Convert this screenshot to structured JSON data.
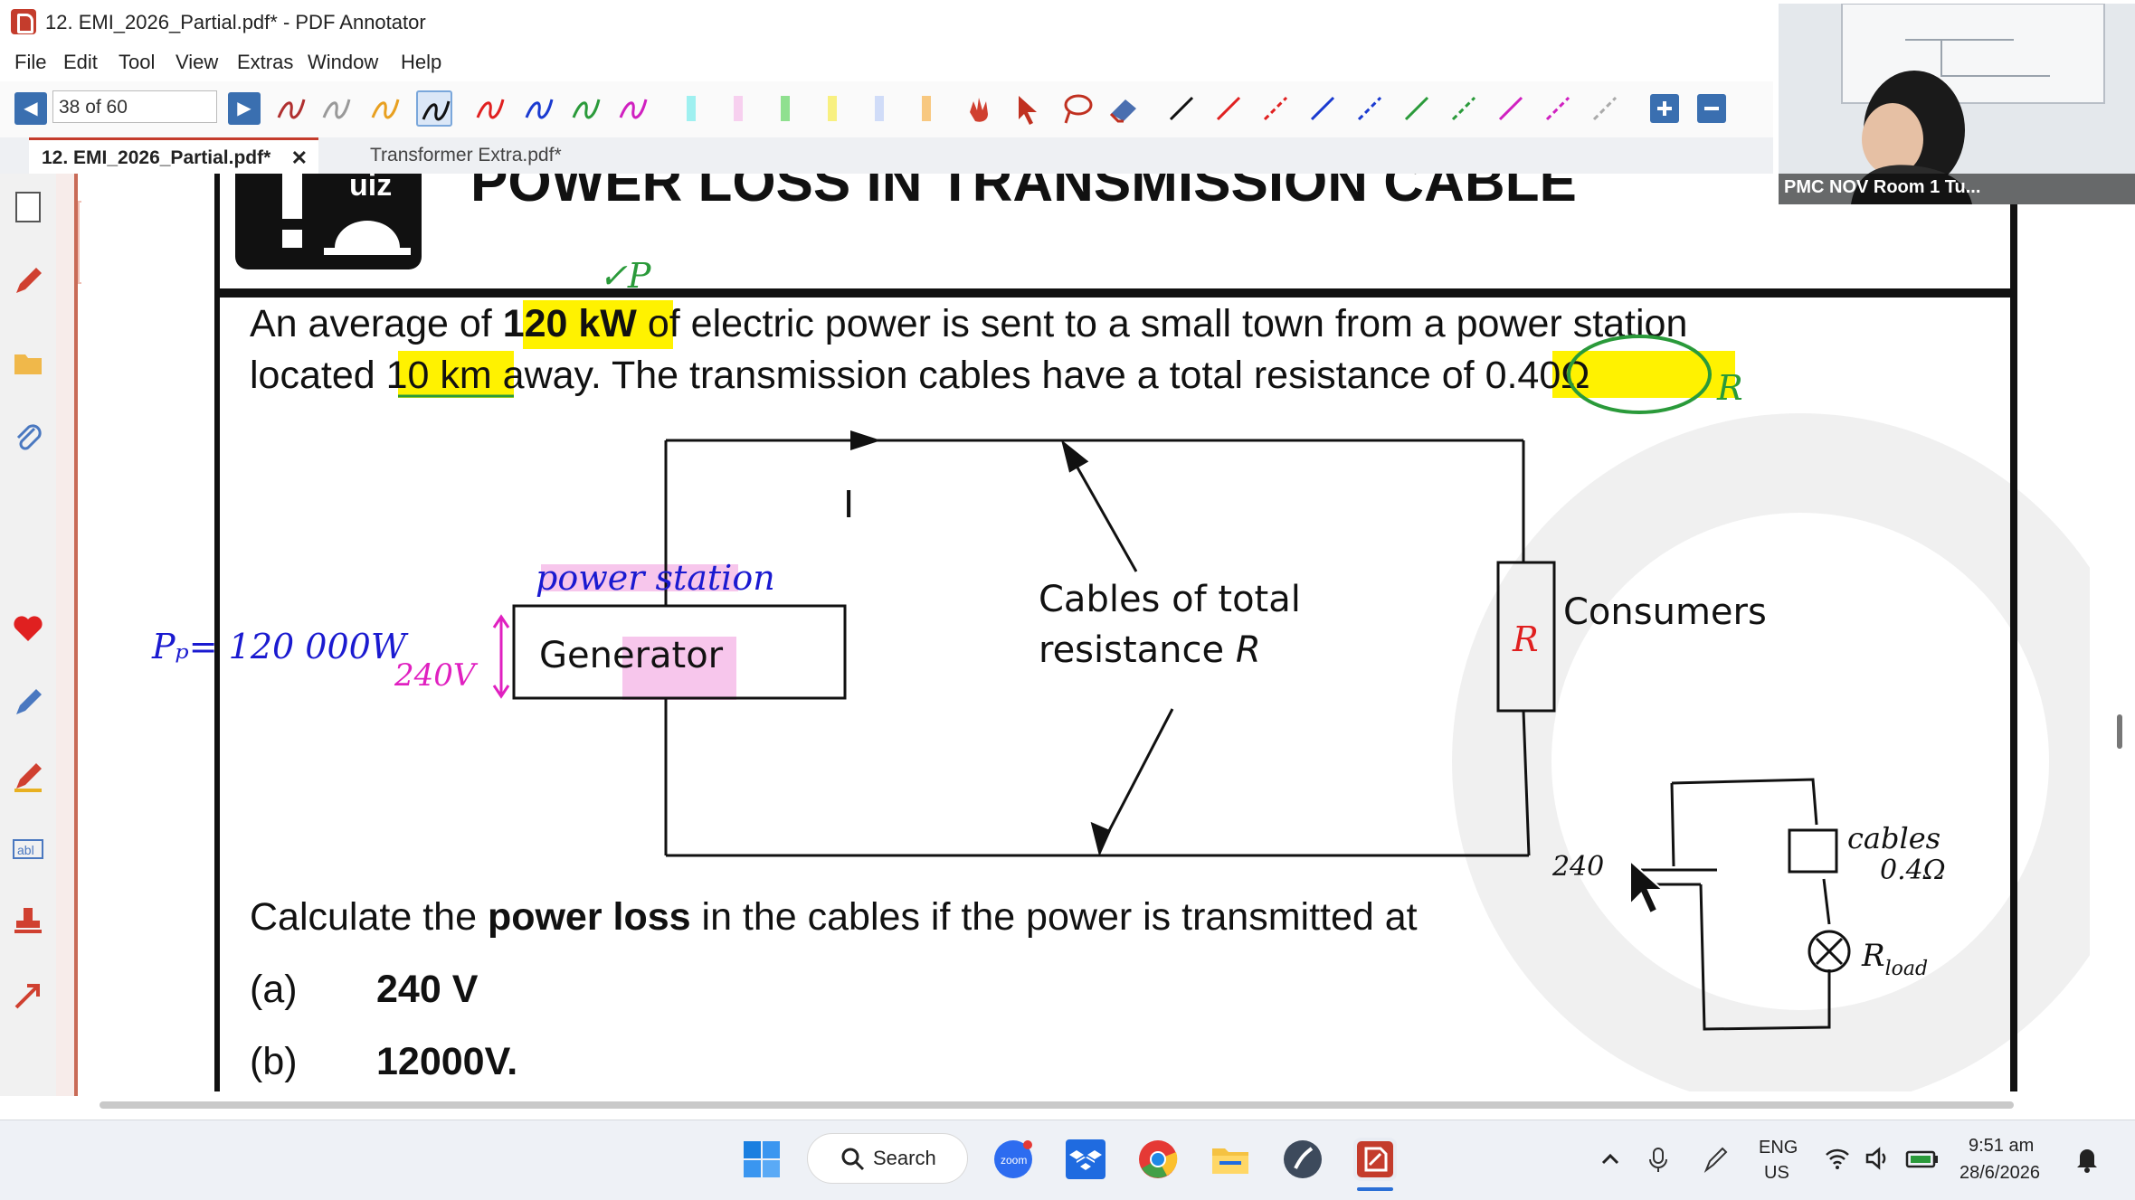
{
  "window": {
    "title": "12. EMI_2026_Partial.pdf* - PDF Annotator"
  },
  "menu": [
    "File",
    "Edit",
    "Tool",
    "View",
    "Extras",
    "Window",
    "Help"
  ],
  "toolbar": {
    "page_indicator": "38 of 60"
  },
  "tabs": [
    {
      "label": "12. EMI_2026_Partial.pdf*",
      "close": "✕"
    },
    {
      "label": "Transformer Extra.pdf*"
    }
  ],
  "webcam": {
    "participant": "PMC NOV Room 1 Tu..."
  },
  "document": {
    "quiz_icon_text": "uiz",
    "heading": "POWER LOSS IN TRANSMISSION CABLE",
    "para_line1_a": "An average of ",
    "para_line1_b": "120 kW",
    "para_line1_c": " of electric power is sent to a small town from a power station",
    "para_line2_a": "located ",
    "para_line2_b": "10 km",
    "para_line2_c": " away. The transmission cables have a total resistance of ",
    "para_line2_d": "0.40Ω",
    "current_label": "I",
    "generator_label": "Generator",
    "cables_label_1": "Cables  of  total",
    "cables_label_2": "resistance ",
    "cables_label_R": "R",
    "consumers_label": "Consumers",
    "question_a": "Calculate the ",
    "question_b": "power loss",
    "question_c": " in the cables if the power is transmitted at",
    "part_a_label": "(a)",
    "part_a_value": "240 V",
    "part_b_label": "(b)",
    "part_b_value": "12000V."
  },
  "handwriting": {
    "p_mark": "✓P",
    "r_after_resistance": "R",
    "power_station": "power station",
    "pp_equation": "Pₚ= 120 000W",
    "v240": "240V",
    "r_in_box": "R",
    "v240_small": "240",
    "cables_note": "cables",
    "cables_value": "0.4Ω",
    "r_load": "R",
    "r_load_sub": "load"
  },
  "taskbar": {
    "search": "Search",
    "lang_1": "ENG",
    "lang_2": "US",
    "time": "9:51 am",
    "date": "28/6/2026"
  },
  "colors": {
    "highlight": "#fff200",
    "pink_highlight": "#f7c6ec",
    "ink_green": "#2a9a3a",
    "ink_blue": "#1a1ad0",
    "ink_magenta": "#e020c0",
    "ink_red": "#e02020",
    "nav_blue": "#3a6fb0"
  }
}
